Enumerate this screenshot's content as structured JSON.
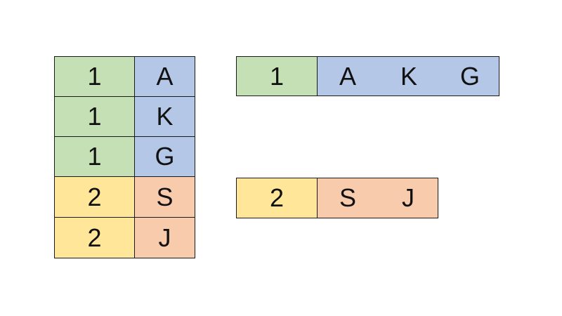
{
  "source_table": {
    "rows": [
      {
        "key": "1",
        "value": "A"
      },
      {
        "key": "1",
        "value": "K"
      },
      {
        "key": "1",
        "value": "G"
      },
      {
        "key": "2",
        "value": "S"
      },
      {
        "key": "2",
        "value": "J"
      }
    ]
  },
  "grouped": [
    {
      "key": "1",
      "values": [
        "A",
        "K",
        "G"
      ]
    },
    {
      "key": "2",
      "values": [
        "S",
        "J"
      ]
    }
  ],
  "colors": {
    "group1_key": "#c5e0b4",
    "group1_value": "#b4c7e7",
    "group2_key": "#ffe699",
    "group2_value": "#f8cbad",
    "border": "#1a1a1a"
  }
}
